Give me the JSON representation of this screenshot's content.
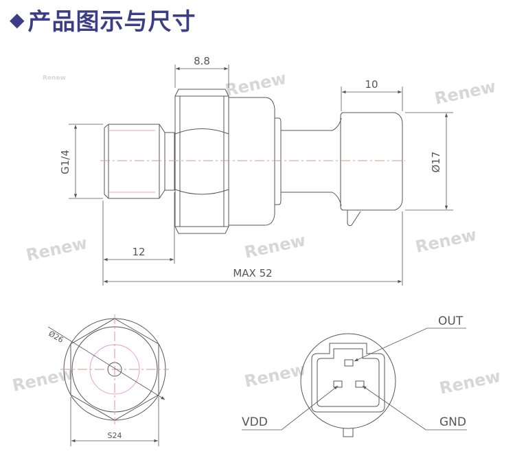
{
  "header": {
    "bullet": "◆",
    "title": "产品图示与尺寸"
  },
  "watermark": "Renew",
  "watermark_small": "Renew",
  "dims": {
    "hex_width": "8.8",
    "connector_width": "10",
    "thread": "G1/4",
    "diameter_connector": "Ø17",
    "thread_length": "12",
    "total_length": "MAX 52",
    "hex_diameter": "Ø26",
    "hex_size": "S24"
  },
  "pins": {
    "out": "OUT",
    "vdd": "VDD",
    "gnd": "GND"
  },
  "colors": {
    "title": "#3b3e86",
    "line": "#555555",
    "center": "#e0908a",
    "pink": "#e6a0c8",
    "watermark": "#d7d7d7"
  }
}
